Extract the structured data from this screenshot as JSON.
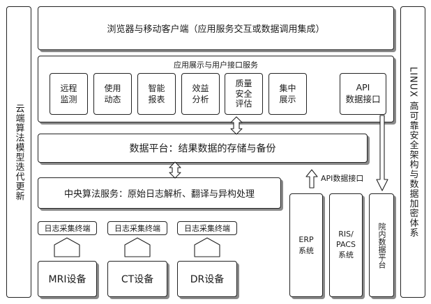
{
  "left_bar": {
    "label": "云端算法模型迭代更新"
  },
  "right_bar": {
    "label": "LINUX 高可靠安全架构与数据加密体系"
  },
  "top_layer": {
    "label": "浏览器与移动客户端（应用服务交互或数据调用集成）"
  },
  "app_layer": {
    "title": "应用展示与用户接口服务",
    "modules": [
      "远程\n监测",
      "使用\n动态",
      "智能\n报表",
      "效益\n分析",
      "质量\n安全\n评估",
      "集中\n展示"
    ],
    "api": "API\n数据接口"
  },
  "data_platform": {
    "label": "数据平台：结果数据的存储与备份"
  },
  "central": {
    "label": "中央算法服务：原始日志解析、翻译与异构处理"
  },
  "api_link": {
    "label": "API数据接口"
  },
  "terminals": [
    {
      "collector": "日志采集终端",
      "port": "网口",
      "device": "MRI设备"
    },
    {
      "collector": "日志采集终端",
      "port": "网口",
      "device": "CT设备"
    },
    {
      "collector": "日志采集终端",
      "port": "网口",
      "device": "DR设备"
    }
  ],
  "systems": [
    {
      "label": "ERP\n系统"
    },
    {
      "label": "RIS/\nPACS\n系统"
    },
    {
      "label": "院内数据平台"
    }
  ]
}
